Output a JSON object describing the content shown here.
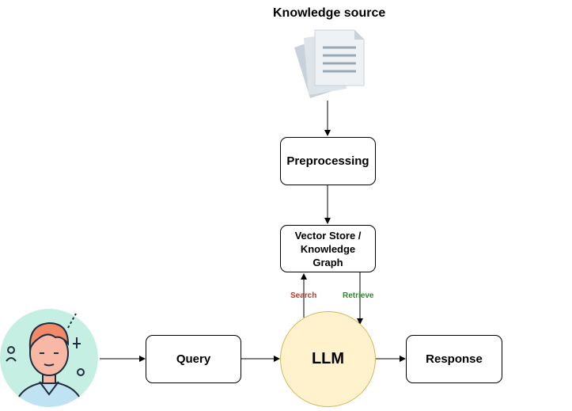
{
  "title": "Knowledge source",
  "nodes": {
    "preprocessing": "Preprocessing",
    "vector_store": "Vector Store / Knowledge Graph",
    "query": "Query",
    "llm": "LLM",
    "response": "Response"
  },
  "edges": {
    "search": "Search",
    "retrieve": "Retrieve"
  },
  "colors": {
    "search": "#c0392b",
    "retrieve": "#2e8b2e",
    "llm_fill": "#fff2cc",
    "llm_stroke": "#d6b656",
    "avatar_bg": "#c6efe3"
  },
  "icons": {
    "source": "documents-icon",
    "user": "user-avatar-icon"
  }
}
